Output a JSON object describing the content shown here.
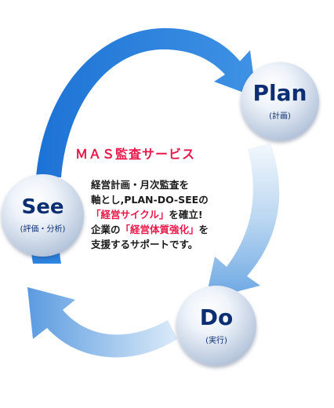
{
  "title": "ＭＡＳ監査サービス",
  "nodes": {
    "plan": {
      "label": "Plan",
      "sub": "(計画)"
    },
    "see": {
      "label": "See",
      "sub": "(評価・分析)"
    },
    "do": {
      "label": "Do",
      "sub": "(実行)"
    }
  },
  "description": {
    "line1": "経営計画・月次監査を",
    "line2": "軸とし,PLAN-DO-SEEの",
    "line3_highlight": "「経営サイクル」",
    "line3_rest": "を確立!",
    "line4_start": "企業の",
    "line4_highlight": "「経営体質強化」",
    "line4_rest": "を",
    "line5": "支援するサポートです。"
  },
  "colors": {
    "accent_red": "#e8194a",
    "node_text": "#0c2f73",
    "arrow_dark": "#1f78d8",
    "arrow_light": "#cfe4f7"
  }
}
